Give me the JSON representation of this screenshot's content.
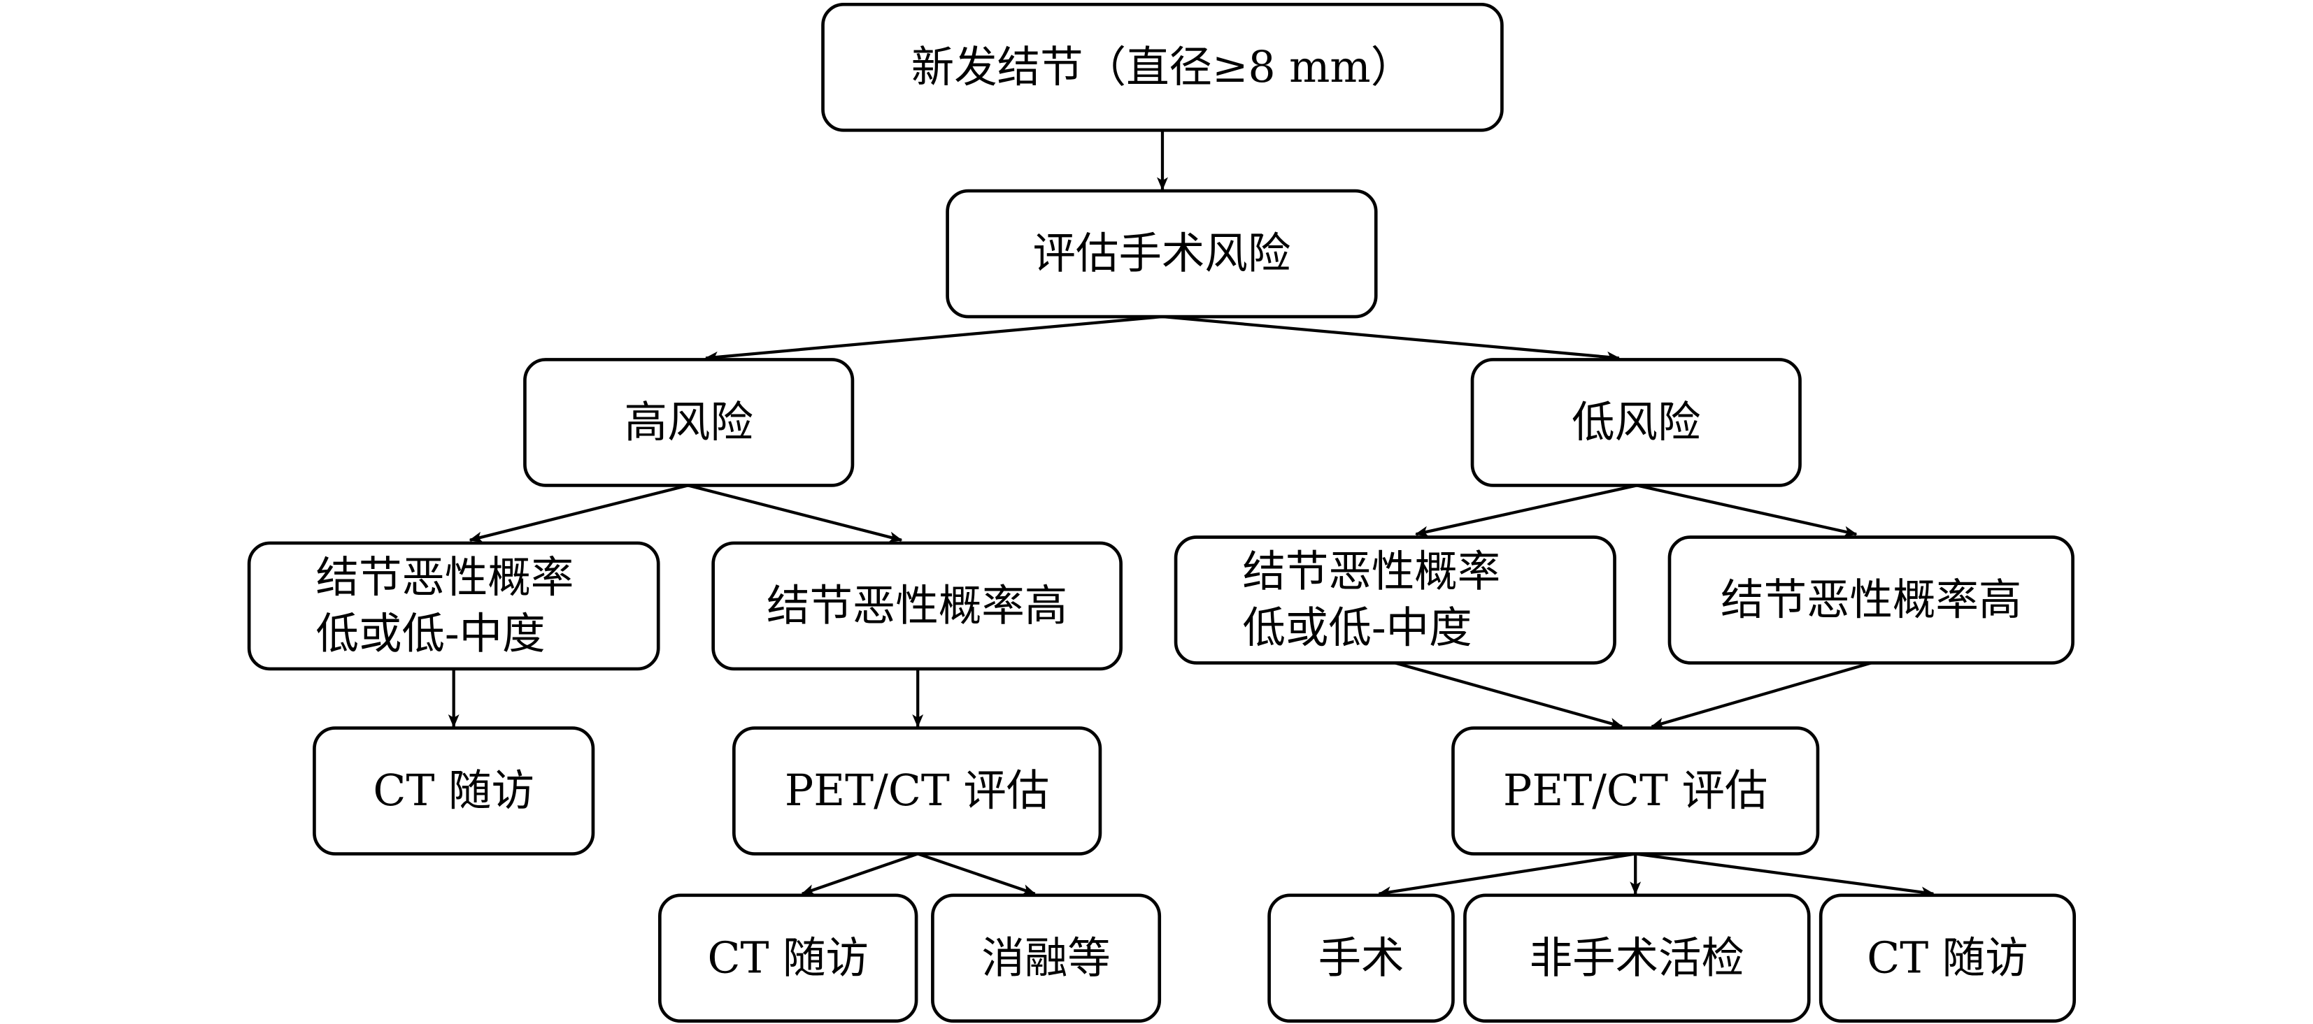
{
  "diagram": {
    "type": "flowchart",
    "colors": {
      "stroke": "#000000",
      "fill": "#ffffff",
      "text": "#000000"
    },
    "nodes": [
      {
        "id": "new_nodule",
        "lines": [
          "新发结节（直径≥8 mm）"
        ]
      },
      {
        "id": "assess_risk",
        "lines": [
          "评估手术风险"
        ]
      },
      {
        "id": "high_risk",
        "lines": [
          "高风险"
        ]
      },
      {
        "id": "low_risk",
        "lines": [
          "低风险"
        ]
      },
      {
        "id": "hr_low_prob",
        "lines": [
          "结节恶性概率",
          "低或低-中度"
        ]
      },
      {
        "id": "hr_high_prob",
        "lines": [
          "结节恶性概率高"
        ]
      },
      {
        "id": "lr_low_prob",
        "lines": [
          "结节恶性概率",
          "低或低-中度"
        ]
      },
      {
        "id": "lr_high_prob",
        "lines": [
          "结节恶性概率高"
        ]
      },
      {
        "id": "hr_ct_followup",
        "lines": [
          "CT 随访"
        ]
      },
      {
        "id": "hr_petct",
        "lines": [
          "PET/CT 评估"
        ]
      },
      {
        "id": "lr_petct",
        "lines": [
          "PET/CT 评估"
        ]
      },
      {
        "id": "hr_ct_followup2",
        "lines": [
          "CT 随访"
        ]
      },
      {
        "id": "ablation",
        "lines": [
          "消融等"
        ]
      },
      {
        "id": "surgery",
        "lines": [
          "手术"
        ]
      },
      {
        "id": "nonsurgical_biopsy",
        "lines": [
          "非手术活检"
        ]
      },
      {
        "id": "lr_ct_followup",
        "lines": [
          "CT 随访"
        ]
      }
    ],
    "edges": [
      [
        "new_nodule",
        "assess_risk"
      ],
      [
        "assess_risk",
        "high_risk"
      ],
      [
        "assess_risk",
        "low_risk"
      ],
      [
        "high_risk",
        "hr_low_prob"
      ],
      [
        "high_risk",
        "hr_high_prob"
      ],
      [
        "low_risk",
        "lr_low_prob"
      ],
      [
        "low_risk",
        "lr_high_prob"
      ],
      [
        "hr_low_prob",
        "hr_ct_followup"
      ],
      [
        "hr_high_prob",
        "hr_petct"
      ],
      [
        "lr_low_prob",
        "lr_petct"
      ],
      [
        "lr_high_prob",
        "lr_petct"
      ],
      [
        "hr_petct",
        "hr_ct_followup2"
      ],
      [
        "hr_petct",
        "ablation"
      ],
      [
        "lr_petct",
        "surgery"
      ],
      [
        "lr_petct",
        "nonsurgical_biopsy"
      ],
      [
        "lr_petct",
        "lr_ct_followup"
      ]
    ]
  }
}
